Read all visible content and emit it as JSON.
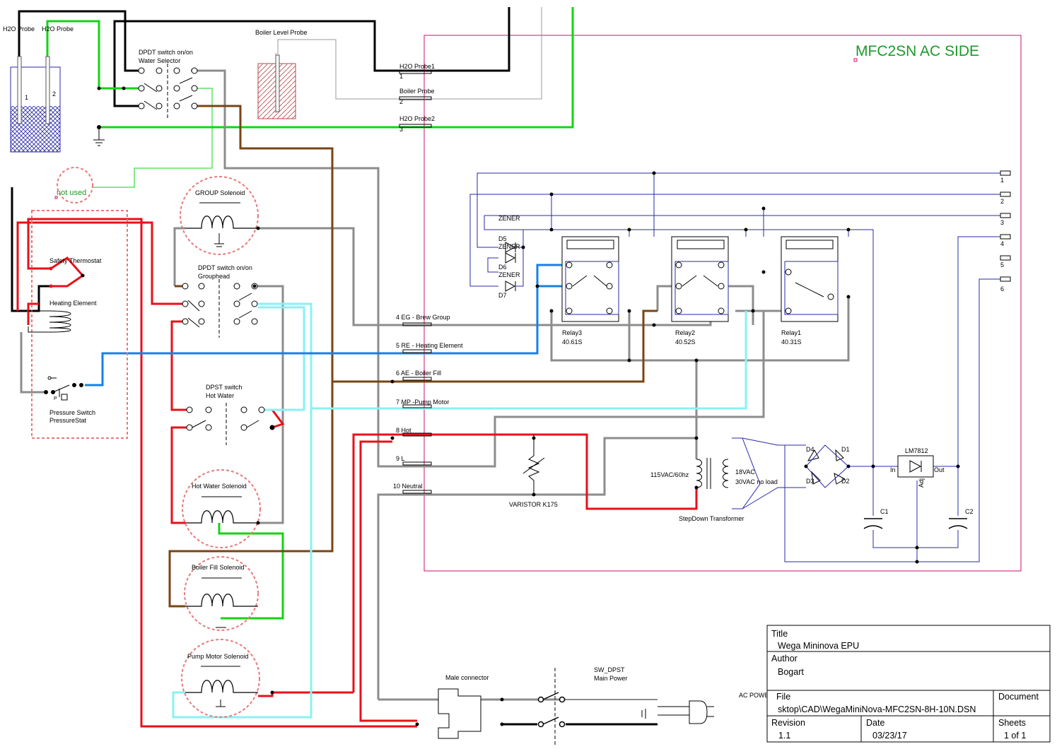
{
  "sheet_title": "MFC2SN AC SIDE",
  "probes": {
    "probe1": "H2O Probe",
    "probe2": "H2O Probe",
    "n1": "1",
    "n2": "2",
    "boiler_level": "Boiler Level Probe"
  },
  "switches": {
    "water_selector_l1": "DPDT switch on/on",
    "water_selector_l2": "Water Selector",
    "grouphead_l1": "DPDT switch on/on",
    "grouphead_l2": "Grouphead",
    "hotwater_l1": "DPST switch",
    "hotwater_l2": "Hot Water",
    "main_l1": "SW_DPST",
    "main_l2": "Main Power"
  },
  "not_used": "not used",
  "left_block": {
    "safety_thermostat": "Safety Thermostat",
    "heating_element": "Heating Element",
    "pressure_l1": "Pressure Switch",
    "pressure_l2": "PressureStat",
    "p_label": "P"
  },
  "solenoids": {
    "group": "GROUP Solenoid",
    "hot_water": "Hot Water Solenoid",
    "boiler_fill": "Boiler Fill Solenoid",
    "pump_motor": "Pump Motor Solenoid"
  },
  "terminals": [
    {
      "label": "H2O Probe1",
      "num": "1"
    },
    {
      "label": "Boiler Probe",
      "num": "2"
    },
    {
      "label": "H2O Probe2",
      "num": "3"
    },
    {
      "label": "4  EG - Brew Group"
    },
    {
      "label": "5  RE - Heating Element"
    },
    {
      "label": "6  AE - Boiler Fill"
    },
    {
      "label": "7  MP -Pump Motor"
    },
    {
      "label": "8  Hot"
    },
    {
      "label": "9  L"
    },
    {
      "label": "10  Neutral"
    }
  ],
  "right_pins": [
    "1",
    "2",
    "3",
    "4",
    "5",
    "6"
  ],
  "zeners": {
    "z1": "ZENER",
    "d5": "D5",
    "z2": "ZENER",
    "d6": "D6",
    "z3": "ZENER",
    "d7": "D7"
  },
  "relays": [
    {
      "name": "Relay3",
      "model": "40.61S"
    },
    {
      "name": "Relay2",
      "model": "40.52S"
    },
    {
      "name": "Relay1",
      "model": "40.31S"
    }
  ],
  "power": {
    "varistor": "VARISTOR K175",
    "primary": "115VAC/60hz",
    "sec1": "18VAC",
    "sec2": "30VAC no load",
    "transformer": "StepDown Transformer",
    "d4": "D4",
    "d1": "D1",
    "d3": "D3",
    "d2": "D2",
    "regulator": "LM7812",
    "in": "In",
    "out": "Out",
    "adj": "Adj",
    "c1": "C1",
    "c2": "C2"
  },
  "male_connector": "Male connector",
  "ac_power": "AC POWER",
  "title_block": {
    "title_label": "Title",
    "title": "Wega Mininova EPU",
    "author_label": "Author",
    "author": "Bogart",
    "file_label": "File",
    "file": "sktop\\CAD\\WegaMiniNova-MFC2SN-8H-10N.DSN",
    "document_label": "Document",
    "revision_label": "Revision",
    "revision": "1.1",
    "date_label": "Date",
    "date": "03/23/17",
    "sheets_label": "Sheets",
    "sheets": "1 of 1"
  },
  "colors": {
    "hot": "#e8101a",
    "neutral": "#8c8c8c",
    "sensor": "#12d412",
    "probe": "#000000",
    "brown": "#7a4414",
    "cyan": "#88f2f2",
    "blue": "#1680e8",
    "logic": "#2a2aaa",
    "frame": "#cc1166",
    "dashed": "#e87a7a"
  }
}
